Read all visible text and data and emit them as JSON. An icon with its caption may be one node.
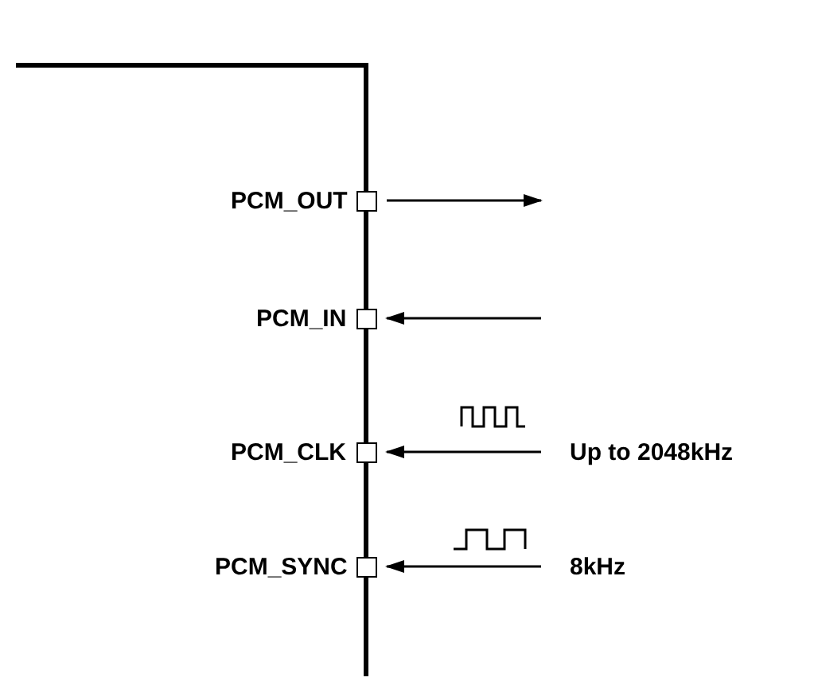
{
  "diagram": {
    "nodes": [
      {
        "text": [
          "PCM_OUT"
        ]
      },
      {
        "text": [
          "PCM_IN"
        ]
      },
      {
        "text": [
          "PCM_CLK"
        ]
      },
      {
        "text": [
          "PCM_SYNC"
        ]
      }
    ],
    "edges": [
      {
        "from": 0,
        "to": null,
        "arrow": "to"
      },
      {
        "from": null,
        "to": 1,
        "arrow": "to"
      },
      {
        "from": null,
        "to": 2,
        "arrow": "to",
        "label": "Up to 2048kHz"
      },
      {
        "from": null,
        "to": 3,
        "arrow": "to",
        "label": "8kHz"
      }
    ]
  }
}
